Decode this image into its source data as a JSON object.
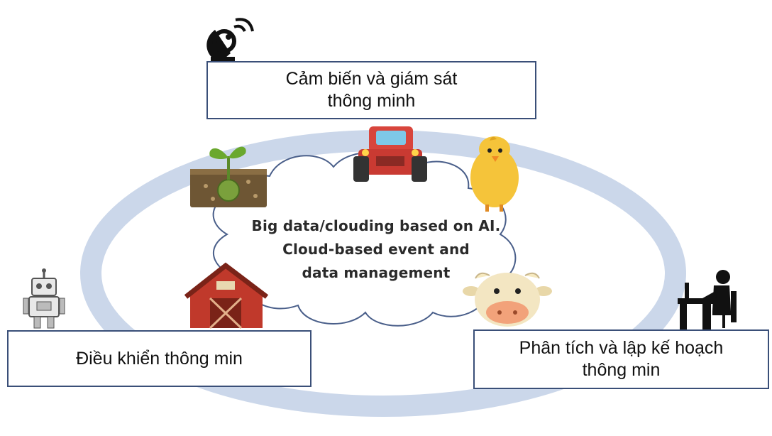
{
  "boxes": {
    "sensing": {
      "line1": "Cảm biến và giám sát",
      "line2": "thông minh"
    },
    "control": {
      "line1": "Điều khiển thông min"
    },
    "analysis": {
      "line1": "Phân tích và lập kế hoạch",
      "line2": "thông min"
    }
  },
  "cloud": {
    "line1": "Big data/clouding based on AI.",
    "line2": "Cloud-based event and",
    "line3": "data management"
  },
  "icons": [
    "satellite-dish-icon",
    "seedling-soil-icon",
    "tractor-icon",
    "chick-icon",
    "barn-icon",
    "cow-icon",
    "robot-icon",
    "person-at-desk-icon"
  ],
  "colors": {
    "ring": "#c9d6ea",
    "box_border": "#3a4f78",
    "cloud_outline": "#4a5f8a"
  }
}
